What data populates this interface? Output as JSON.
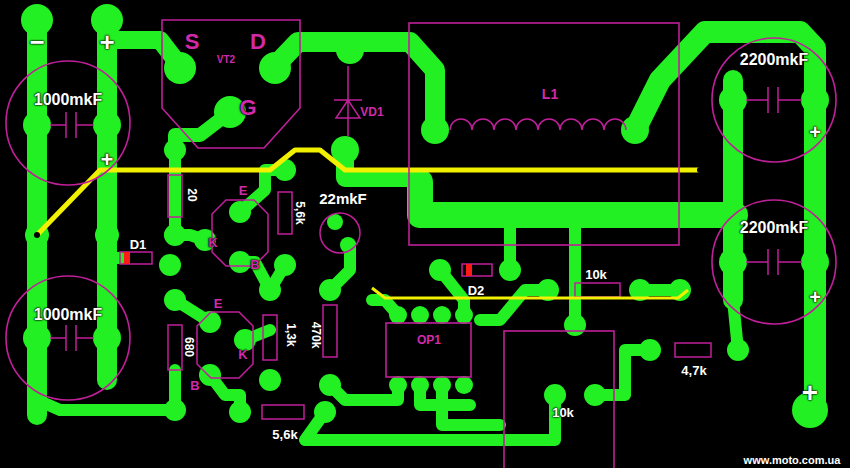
{
  "diagram": {
    "nodes": [
      {
        "text": [
          "1000mkF"
        ]
      },
      {
        "text": [
          "1000mkF"
        ]
      },
      {
        "text": [
          "S",
          "D",
          "VT2",
          "G"
        ]
      },
      {
        "text": [
          "L1"
        ]
      },
      {
        "text": [
          "2200mkF"
        ]
      },
      {
        "text": [
          "2200mkF"
        ]
      },
      {
        "text": [
          "OP1"
        ]
      },
      {
        "text": [
          "10k"
        ]
      }
    ],
    "labels": [
      "−",
      "+",
      "+",
      "VD1",
      "22mkF",
      "20",
      "E",
      "5,6k",
      "K",
      "B",
      "D1",
      "D2",
      "10k",
      "470k",
      "1,3k",
      "E",
      "K",
      "B",
      "680",
      "5,6k",
      "4,7k",
      "+",
      "+",
      "+",
      "www.moto.com.ua"
    ]
  }
}
